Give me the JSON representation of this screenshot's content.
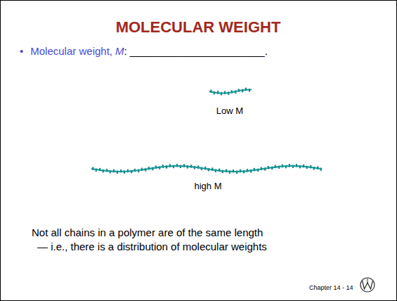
{
  "diagram": {
    "title": "MOLECULAR WEIGHT",
    "labels": [
      "•",
      "Molecular weight,",
      "M",
      ": _______________________.",
      "Low M",
      "high M",
      "Not all chains in a polymer are of the same length",
      "— i.e., there is a distribution of molecular weights",
      "Chapter 14 - 14"
    ]
  }
}
